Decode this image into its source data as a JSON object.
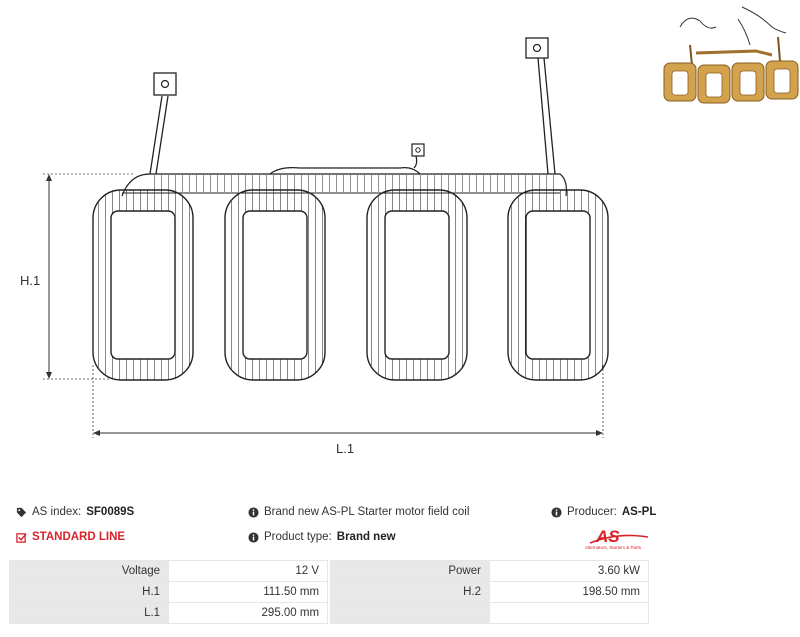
{
  "dimension_labels": {
    "h1": "H.1",
    "l1": "L.1"
  },
  "info": {
    "as_index_label": "AS index:",
    "as_index_value": "SF0089S",
    "standard_line": "STANDARD LINE",
    "description": "Brand new AS-PL Starter motor field coil",
    "product_type_label": "Product type:",
    "product_type_value": "Brand new",
    "producer_label": "Producer:",
    "producer_value": "AS-PL"
  },
  "logo": {
    "text": "AS",
    "tagline": "Alternators, Starters & Parts",
    "color": "#d8232a"
  },
  "specs": [
    {
      "k1": "Voltage",
      "v1": "12 V",
      "k2": "Power",
      "v2": "3.60 kW"
    },
    {
      "k1": "H.1",
      "v1": "111.50 mm",
      "k2": "H.2",
      "v2": "198.50 mm"
    },
    {
      "k1": "L.1",
      "v1": "295.00  mm",
      "k2": "",
      "v2": ""
    }
  ],
  "icons": [
    "tag-icon",
    "checkbox-icon",
    "info-icon",
    "copper-coil-photo"
  ]
}
